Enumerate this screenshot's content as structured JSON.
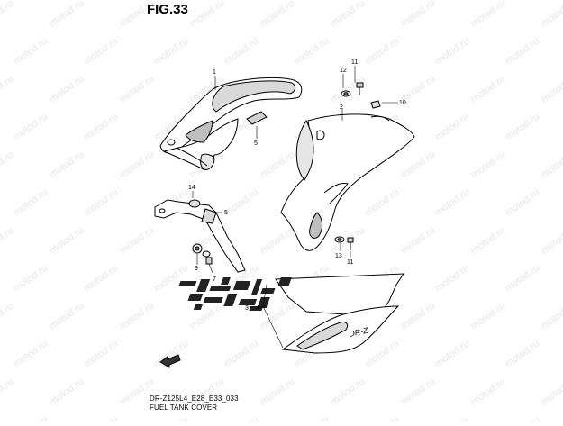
{
  "figure": {
    "title": "FIG.33",
    "model_code": "DR-Z125L4_E28_E33_033",
    "assembly_name": "FUEL TANK COVER"
  },
  "watermark": "motod.ru",
  "callouts": {
    "c1": "1",
    "c2": "2",
    "c3_4": "3 ~ 4",
    "c5a": "5",
    "c5b": "5",
    "c7": "7",
    "c9": "9",
    "c10": "10",
    "c11a": "11",
    "c11b": "11",
    "c12": "12",
    "c13": "13",
    "c14": "14"
  },
  "decal_text": "DR-Z"
}
